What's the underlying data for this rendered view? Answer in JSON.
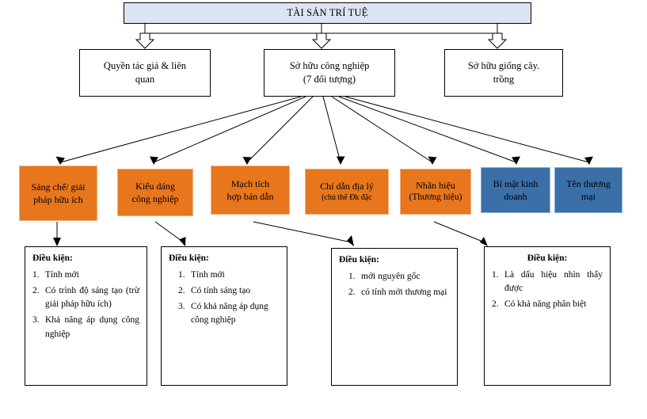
{
  "diagram": {
    "title": "TÀI SẢN TRÍ TUỆ",
    "level2": [
      {
        "line1": "Quyền tác giả & liên",
        "line2": "quan"
      },
      {
        "line1": "Sở hữu công nghiệp",
        "line2": "(7 đối tượng)"
      },
      {
        "line1": "Sở hữu giống cây.",
        "line2": "trồng"
      }
    ],
    "objects": [
      {
        "line1": "Sáng chế/ giải",
        "line2": "pháp hữu ích",
        "color": "#e8761d"
      },
      {
        "line1": "Kiểu dáng",
        "line2": "công nghiệp",
        "color": "#e8761d"
      },
      {
        "line1": "Mạch tích",
        "line2": "hợp bán dẫn",
        "color": "#e8761d"
      },
      {
        "line1": "Chỉ dẫn địa lý",
        "line2": "(chủ thể Đk đặc",
        "color": "#e8761d"
      },
      {
        "line1": "Nhãn hiệu",
        "line2": "(Thương hiệu)",
        "color": "#e8761d"
      },
      {
        "line1": "Bí mật kinh",
        "line2": "doanh",
        "color": "#3a6fa8"
      },
      {
        "line1": "Tên thương",
        "line2": "mại",
        "color": "#3a6fa8"
      }
    ],
    "conditions": [
      {
        "title": "Điều kiện:",
        "items": [
          {
            "num": "1.",
            "text": "Tính mới"
          },
          {
            "num": "2.",
            "text": "Có trình độ sáng tạo (trừ giải pháp hữu ích)"
          },
          {
            "num": "3.",
            "text": "Khả năng áp dụng công nghiệp"
          }
        ]
      },
      {
        "title": "Điều kiện:",
        "items": [
          {
            "num": "1.",
            "text": "Tính mới"
          },
          {
            "num": "2.",
            "text": "Có tính sáng tạo"
          },
          {
            "num": "3.",
            "text": "Có khả năng áp dụng công nghiệp"
          }
        ]
      },
      {
        "title": "Điều kiện:",
        "items": [
          {
            "num": "1.",
            "text": "mới nguyên gốc"
          },
          {
            "num": "2.",
            "text": "có tính mới thương mại"
          }
        ]
      },
      {
        "title": "Điều kiện:",
        "items": [
          {
            "num": "1.",
            "text": "Là dấu hiệu nhìn thấy được"
          },
          {
            "num": "2.",
            "text": "Có khả năng phân biệt"
          }
        ]
      }
    ],
    "colors": {
      "title_fill": "#dbe5f1",
      "orange_fill": "#e8761d",
      "orange_border": "#f5b183",
      "blue_fill": "#3a6fa8",
      "blue_border": "#8db3e2",
      "line": "#000000"
    }
  }
}
